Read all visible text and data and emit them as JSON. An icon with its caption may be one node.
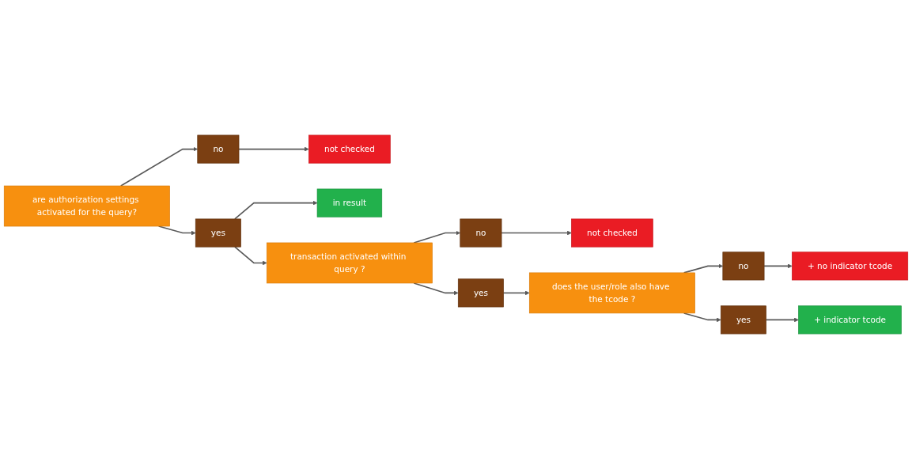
{
  "diagram": {
    "nodes": [
      {
        "text": [
          "are authorization settings activated for the query?"
        ]
      },
      {
        "text": [
          "no"
        ]
      },
      {
        "text": [
          "yes"
        ]
      },
      {
        "text": [
          "not checked"
        ]
      },
      {
        "text": [
          "in result"
        ]
      },
      {
        "text": [
          "transaction activated within query ?"
        ]
      },
      {
        "text": [
          "no"
        ]
      },
      {
        "text": [
          "yes"
        ]
      },
      {
        "text": [
          "not checked"
        ]
      },
      {
        "text": [
          "does the user/role also have the tcode ?"
        ]
      },
      {
        "text": [
          "no"
        ]
      },
      {
        "text": [
          "yes"
        ]
      },
      {
        "text": [
          "+ no indicator tcode"
        ]
      },
      {
        "text": [
          "+ indicator tcode"
        ]
      }
    ],
    "edges": [
      {
        "from": 0,
        "to": 1,
        "arrow": "to"
      },
      {
        "from": 0,
        "to": 2,
        "arrow": "to"
      },
      {
        "from": 1,
        "to": 3,
        "arrow": "to"
      },
      {
        "from": 2,
        "to": 4,
        "arrow": "to"
      },
      {
        "from": 2,
        "to": 5,
        "arrow": "to"
      },
      {
        "from": 5,
        "to": 6,
        "arrow": "to"
      },
      {
        "from": 5,
        "to": 7,
        "arrow": "to"
      },
      {
        "from": 6,
        "to": 8,
        "arrow": "to"
      },
      {
        "from": 7,
        "to": 9,
        "arrow": "to"
      },
      {
        "from": 9,
        "to": 10,
        "arrow": "to"
      },
      {
        "from": 9,
        "to": 11,
        "arrow": "to"
      },
      {
        "from": 10,
        "to": 12,
        "arrow": "to"
      },
      {
        "from": 11,
        "to": 13,
        "arrow": "to"
      }
    ]
  }
}
